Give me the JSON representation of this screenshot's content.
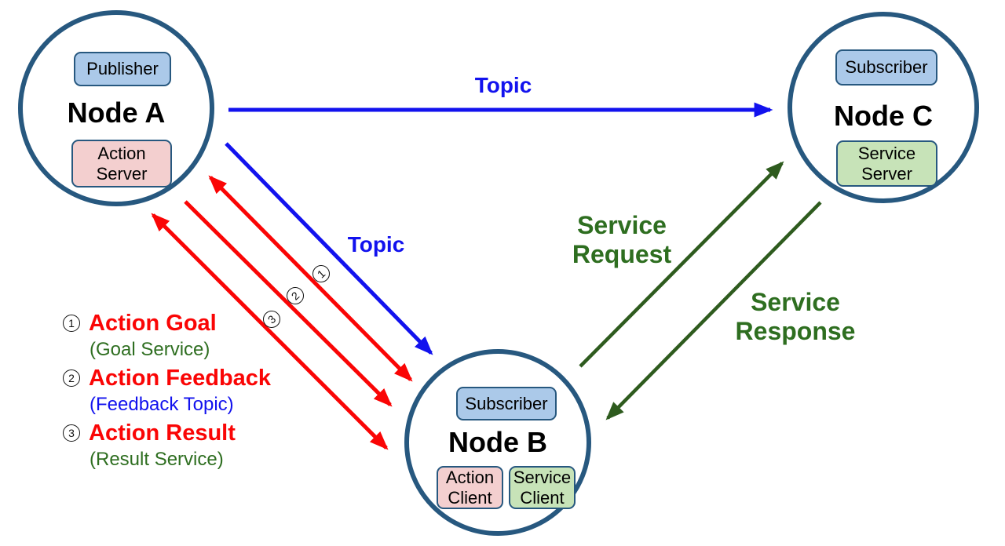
{
  "nodes": {
    "node_a": {
      "label": "Node A",
      "components": [
        {
          "label": "Publisher"
        },
        {
          "label": "Action Server"
        }
      ]
    },
    "node_b": {
      "label": "Node B",
      "components": [
        {
          "label": "Subscriber"
        },
        {
          "label": "Action Client"
        },
        {
          "label": "Service Client"
        }
      ]
    },
    "node_c": {
      "label": "Node C",
      "components": [
        {
          "label": "Subscriber"
        },
        {
          "label": "Service Server"
        }
      ]
    }
  },
  "edges": {
    "topic_a_to_c": {
      "label": "Topic"
    },
    "topic_a_to_b": {
      "label": "Topic"
    },
    "service_request": {
      "label": "Service Request"
    },
    "service_response": {
      "label": "Service Response"
    },
    "action_markers": [
      {
        "num": "1"
      },
      {
        "num": "2"
      },
      {
        "num": "3"
      }
    ]
  },
  "legend": {
    "items": [
      {
        "num": "1",
        "title": "Action Goal",
        "subtitle": "(Goal Service)"
      },
      {
        "num": "2",
        "title": "Action Feedback",
        "subtitle": "(Feedback Topic)"
      },
      {
        "num": "3",
        "title": "Action Result",
        "subtitle": "(Result Service)"
      }
    ]
  },
  "colors": {
    "node_border_navy": "#27587F",
    "topic_blue": "#1212EE",
    "action_red": "#FA0505",
    "service_green_text": "#2E6E20",
    "service_green_arrow": "#2E5B1E",
    "box_blue_fill": "#ABC9E9",
    "box_pink_fill": "#F3CFCF",
    "box_green_fill": "#C7E3B8"
  }
}
